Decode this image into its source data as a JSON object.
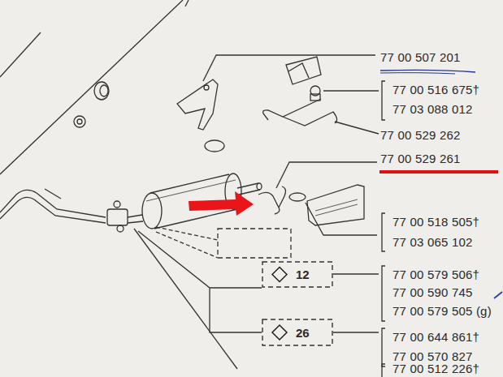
{
  "diagram": {
    "nodes": [
      {
        "text": [
          "12"
        ]
      },
      {
        "text": [
          "26"
        ]
      }
    ],
    "labels": [
      "77 00 507 201",
      "77 00 516 675†",
      "77 03 088 012",
      "77 00 529 262",
      "77 00 529 261",
      "77 00 518 505†",
      "77 03 065 102",
      "77 00 579 506†",
      "77 00 590 745",
      "77 00 579 505 (g)",
      "77 00 644 861†",
      "77 00 570 827",
      "77 00 512 226†"
    ]
  }
}
